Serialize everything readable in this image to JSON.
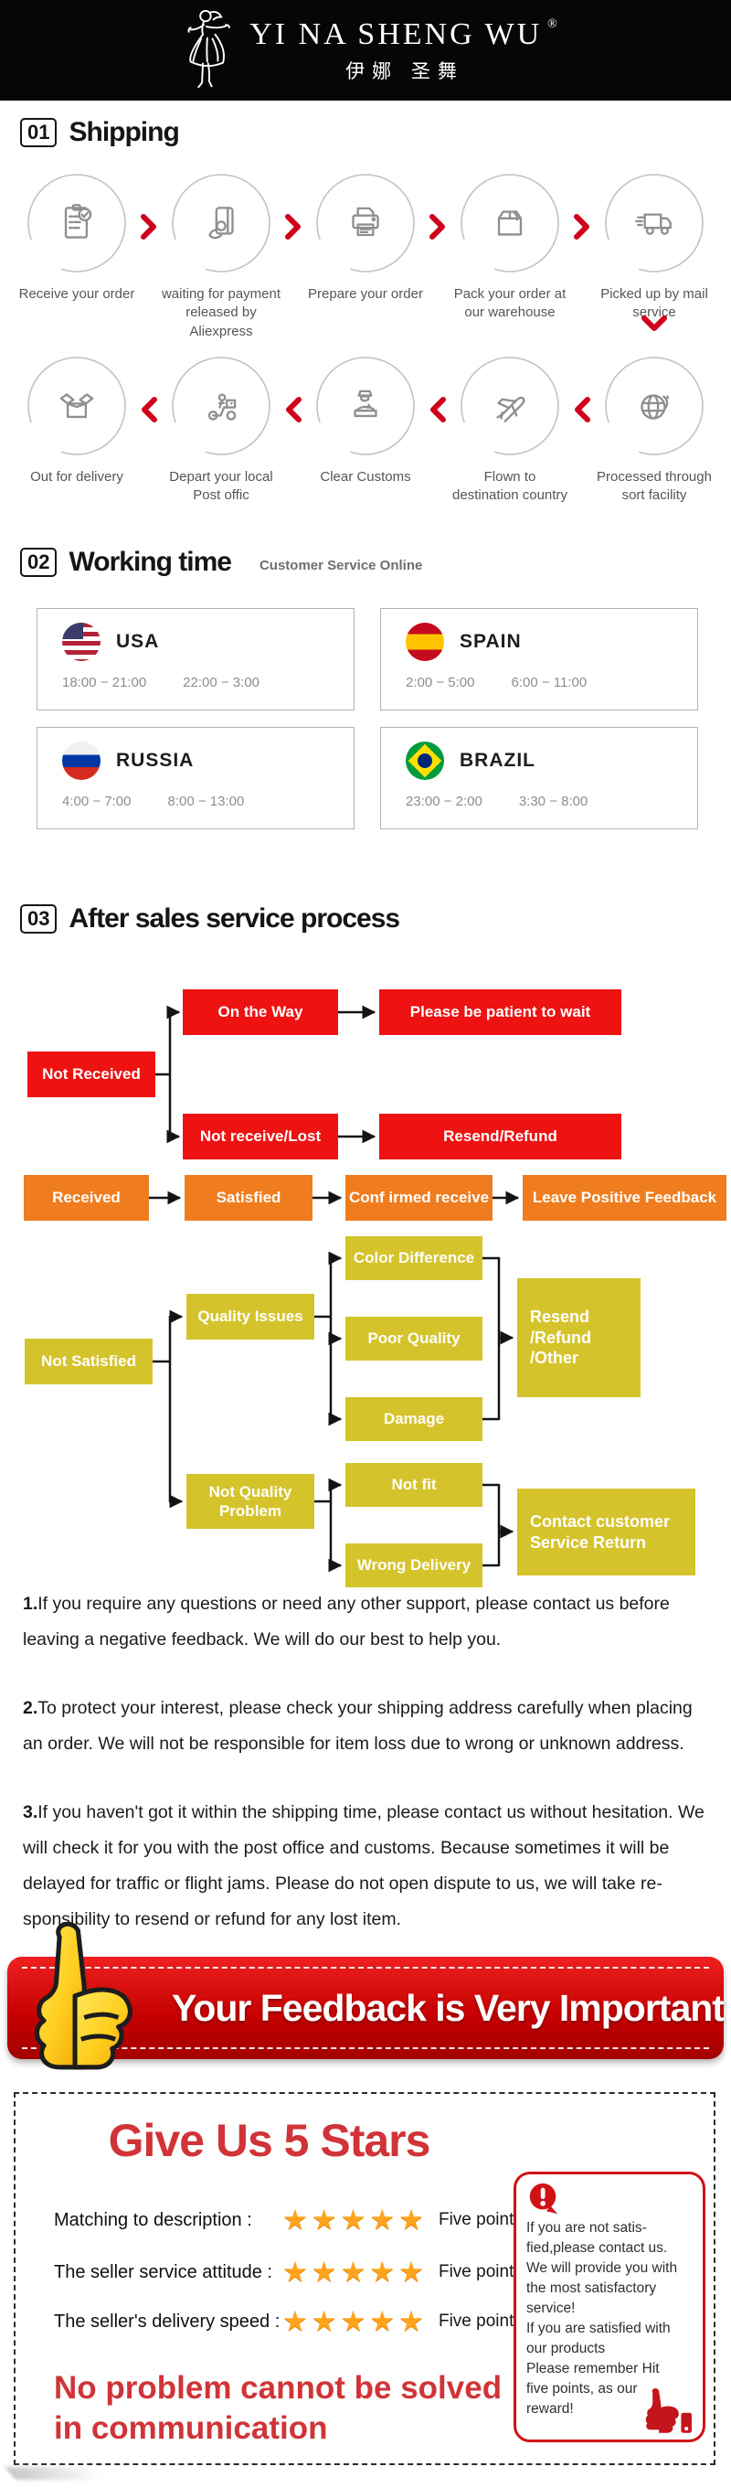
{
  "colors": {
    "accent_red": "#d0021b",
    "flow_red": "#ee1212",
    "flow_orange": "#ef7d1f",
    "flow_yellow": "#d5c32b",
    "banner_red": "#c40000",
    "title_red": "#d03438",
    "star_orange": "#ffa41c"
  },
  "header": {
    "brand": "YI NA SHENG WU",
    "registered": "®",
    "brand_cn": "伊娜 圣舞"
  },
  "shipping": {
    "number": "01",
    "title": "Shipping",
    "row1": [
      {
        "icon": "order-checklist-icon",
        "label": "Receive your order"
      },
      {
        "icon": "payment-card-icon",
        "label": "waiting for payment released by Aliexpress"
      },
      {
        "icon": "printer-icon",
        "label": "Prepare your order"
      },
      {
        "icon": "package-box-icon",
        "label": "Pack your order at our warehouse"
      },
      {
        "icon": "delivery-truck-icon",
        "label": "Picked up by mail service"
      }
    ],
    "row2": [
      {
        "icon": "open-box-icon",
        "label": "Out for delivery"
      },
      {
        "icon": "courier-scooter-icon",
        "label": "Depart your local Post offic"
      },
      {
        "icon": "customs-officer-icon",
        "label": "Clear Customs"
      },
      {
        "icon": "airplane-icon",
        "label": "Flown to destination country"
      },
      {
        "icon": "globe-icon",
        "label": "Processed through sort facility"
      }
    ]
  },
  "working_time": {
    "number": "02",
    "title": "Working time",
    "subtitle": "Customer Service Online",
    "countries": [
      {
        "name": "USA",
        "flag": "usa-flag",
        "time1": "18:00 − 21:00",
        "time2": "22:00 − 3:00"
      },
      {
        "name": "SPAIN",
        "flag": "spain-flag",
        "time1": "2:00 − 5:00",
        "time2": "6:00 − 11:00"
      },
      {
        "name": "RUSSIA",
        "flag": "russia-flag",
        "time1": "4:00 − 7:00",
        "time2": "8:00 − 13:00"
      },
      {
        "name": "BRAZIL",
        "flag": "brazil-flag",
        "time1": "23:00 − 2:00",
        "time2": "3:30 − 8:00"
      }
    ]
  },
  "after_sales": {
    "number": "03",
    "title": "After sales service process",
    "flow": {
      "not_received": "Not Received",
      "on_the_way": "On the Way",
      "be_patient": "Please be patient to wait",
      "not_receive_lost": "Not receive/Lost",
      "resend_refund": "Resend/Refund",
      "received": "Received",
      "satisfied": "Satisfied",
      "confirmed_receive": "Conf irmed receive",
      "leave_feedback": "Leave Positive Feedback",
      "not_satisfied": "Not Satisfied",
      "quality_issues": "Quality Issues",
      "color_difference": "Color Difference",
      "poor_quality": "Poor Quality",
      "damage": "Damage",
      "resend_refund_other": "Resend\n/Refund\n/Other",
      "not_quality_problem": "Not Quality\nProblem",
      "not_fit": "Not fit",
      "wrong_delivery": "Wrong Delivery",
      "contact_customer": "Contact customer\nService Return"
    }
  },
  "notes": [
    {
      "num": "1.",
      "text": "If you require any questions or need any other support, please contact us before leaving a negative feedback. We will do our best to help you."
    },
    {
      "num": "2.",
      "text": "To protect your interest, please check your shipping address carefully when placing an order. We will not be responsible for item loss due to wrong or unknown address."
    },
    {
      "num": "3.",
      "text": "If you haven't got it within the shipping time, please contact us without hesitation. We will check it for you with the post office and customs. Because sometimes it will be delayed for traffic or flight jams. Please do not open dispute to us, we will take re-sponsibility to resend or refund for any lost item."
    }
  ],
  "feedback_banner": {
    "text": "Your Feedback is Very Important"
  },
  "stars": {
    "title": "Give Us 5 Stars",
    "rows": [
      {
        "label": "Matching to description :",
        "stars": "★★★★★",
        "points": "Five points"
      },
      {
        "label": "The seller service attitude :",
        "stars": "★★★★★",
        "points": "Five points"
      },
      {
        "label": "The seller's delivery speed :",
        "stars": "★★★★★",
        "points": "Five points"
      }
    ],
    "slogan": "No problem cannot be solved\nin communication",
    "note": "If you are not satis-\nfied,please contact us.\nWe will provide you with\nthe most satisfactory\nservice!\nIf you are satisfied with\nour products\nPlease remember Hit\nfive points, as our\nreward!"
  }
}
